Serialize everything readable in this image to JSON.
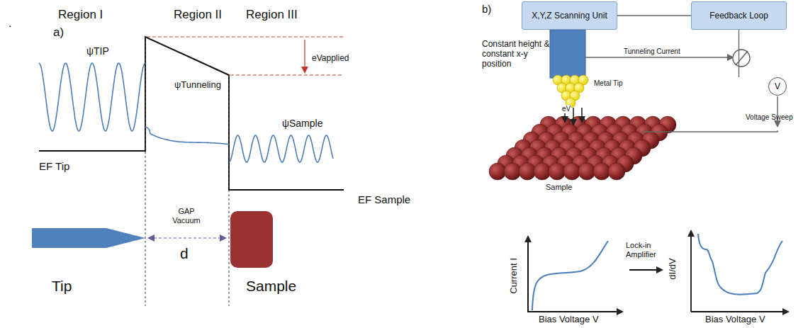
{
  "diagram": {
    "nodes": [
      {
        "text": [
          "X,Y,Z Scanning Unit"
        ]
      },
      {
        "text": [
          "Feedback Loop"
        ]
      },
      {
        "text": [
          "V"
        ]
      }
    ],
    "edges": [
      {
        "from": 0,
        "to": 1,
        "arrow": "none"
      },
      {
        "from": 1,
        "to": 2,
        "arrow": "none"
      }
    ],
    "labels": [
      ".",
      "a)",
      "Region I",
      "Region II",
      "Region III",
      "ψTIP",
      "ψTunneling",
      "eVapplied",
      "ψSample",
      "EF Tip",
      "EF Sample",
      "GAP Vacuum",
      "d",
      "Tip",
      "Sample",
      "b)",
      "Constant height & constant x-y position",
      "Tunneling Current",
      "Metal Tip",
      "Voltage Sweep",
      "eV",
      "Sample",
      "Current I",
      "Bias Voltage V",
      "Lock-in Amplifier",
      "dI/dV",
      "Bias Voltage V"
    ]
  }
}
